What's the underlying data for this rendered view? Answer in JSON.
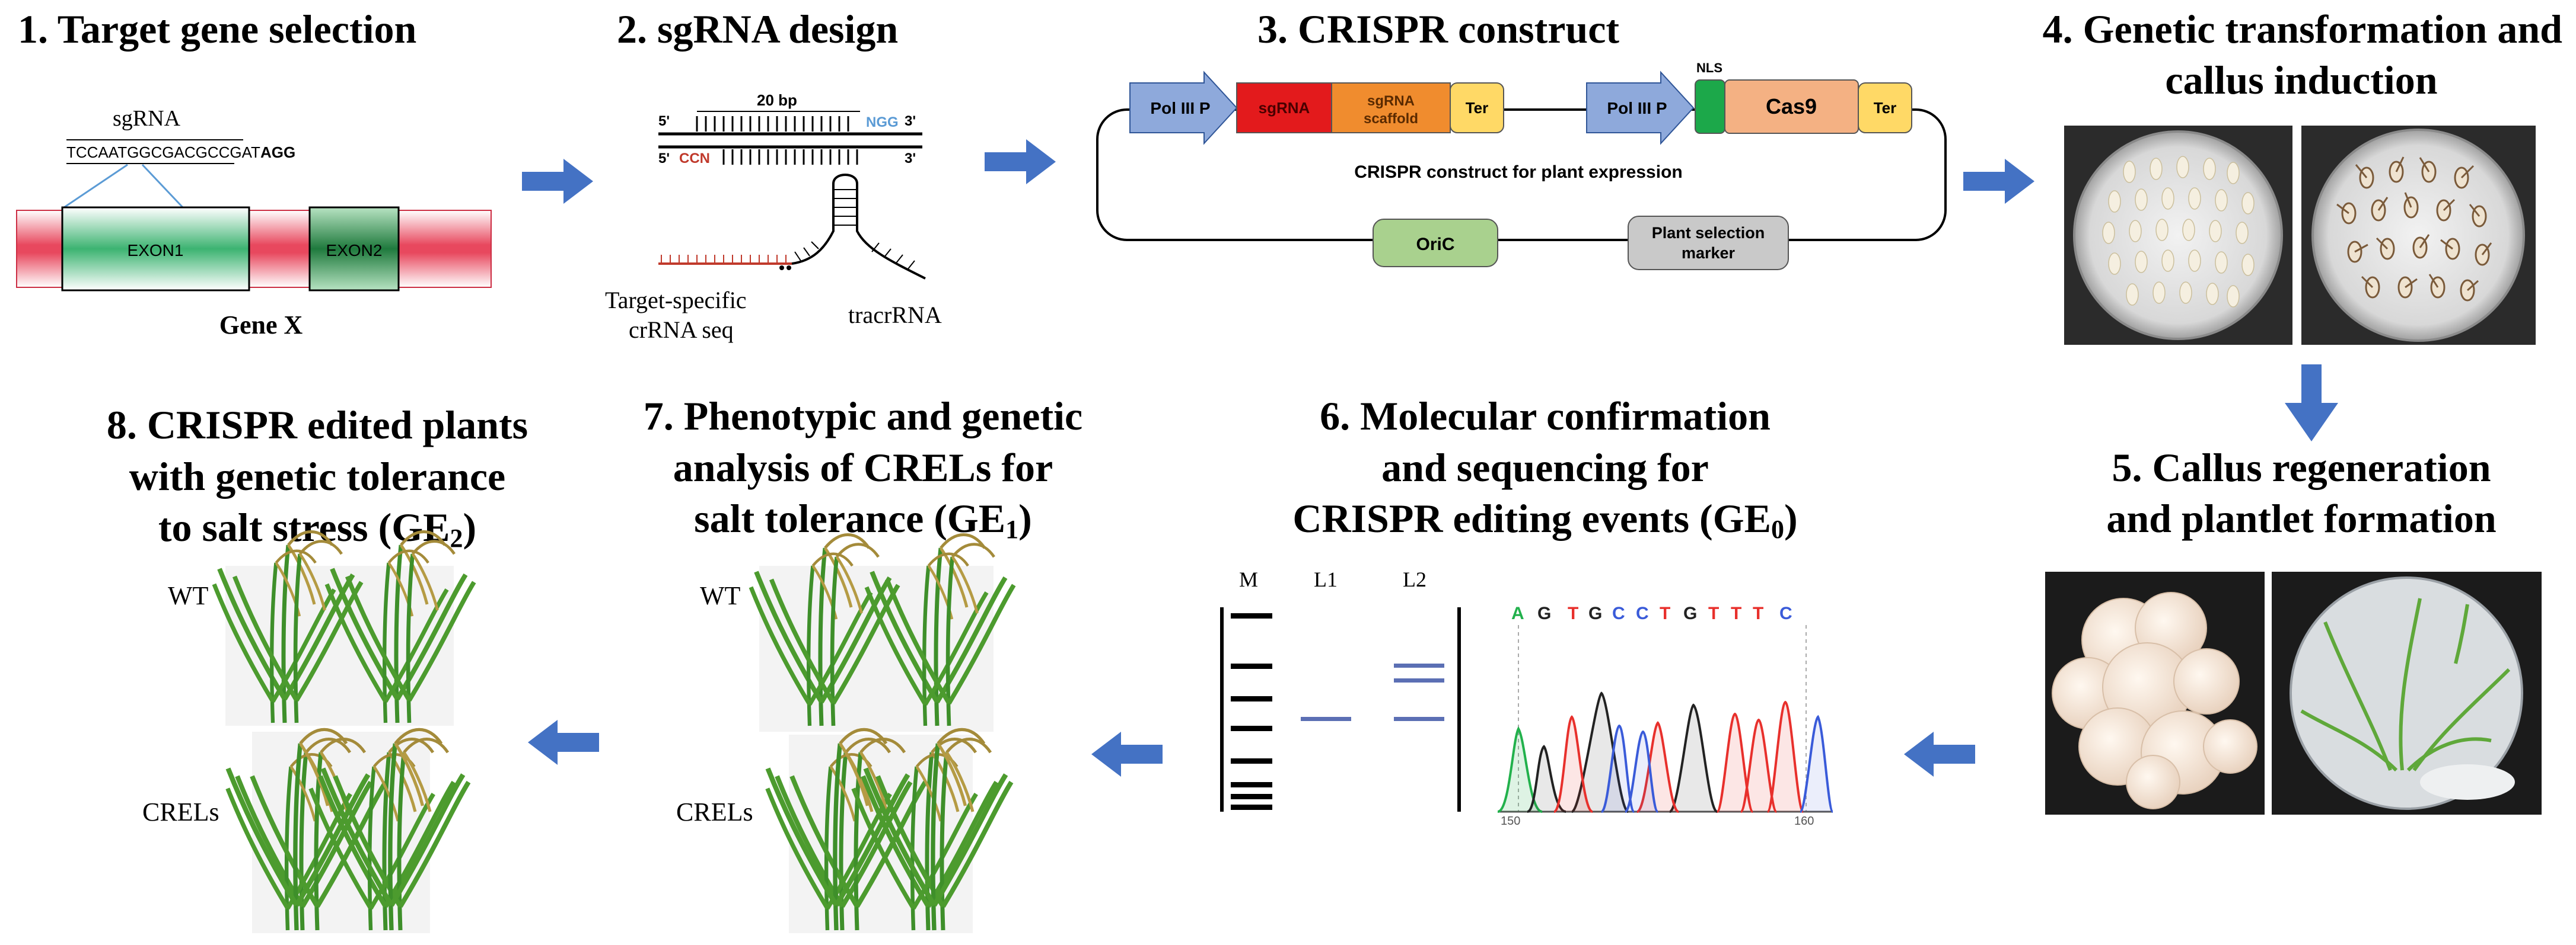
{
  "steps": {
    "s1": {
      "title": "1. Target gene selection",
      "sgrna": "sgRNA",
      "sequence": "TCCAATGGCGACGCCGAT",
      "pam": "AGG",
      "exon1": "EXON1",
      "exon2": "EXON2",
      "gene": "Gene X"
    },
    "s2": {
      "title": "2. sgRNA design",
      "bp": "20 bp",
      "five_prime": "5'",
      "three_prime": "3'",
      "ngg": "NGG",
      "ccn": "CCN",
      "crrna_line1": "Target-specific",
      "crrna_line2": "crRNA seq",
      "tracrrna": "tracrRNA"
    },
    "s3": {
      "title": "3. CRISPR construct",
      "pol_iii_1": "Pol III P",
      "sgrna_box": "sgRNA",
      "scaffold_line1": "sgRNA",
      "scaffold_line2": "scaffold",
      "ter1": "Ter",
      "pol_iii_2": "Pol III P",
      "nls": "NLS",
      "cas9": "Cas9",
      "ter2": "Ter",
      "caption": "CRISPR construct for plant expression",
      "oric": "OriC",
      "marker_line1": "Plant selection",
      "marker_line2": "marker"
    },
    "s4": {
      "title_line1": "4. Genetic transformation and",
      "title_line2": "callus induction"
    },
    "s5": {
      "title_line1": "5. Callus regeneration",
      "title_line2": "and plantlet formation"
    },
    "s6": {
      "title_line1": "6. Molecular confirmation",
      "title_line2": "and sequencing for",
      "title_line3": "CRISPR editing events (GE",
      "title_sub": "0",
      "title_close": ")",
      "lane_m": "M",
      "lane_l1": "L1",
      "lane_l2": "L2",
      "bases": [
        "A",
        "G",
        "T",
        "G",
        "C",
        "C",
        "T",
        "G",
        "T",
        "T",
        "T",
        "C"
      ],
      "tick_left": "150",
      "tick_right": "160"
    },
    "s7": {
      "title_line1": "7. Phenotypic and genetic",
      "title_line2": "analysis of CRELs for",
      "title_line3": "salt tolerance (GE",
      "title_sub": "1",
      "title_close": ")",
      "wt": "WT",
      "crels": "CRELs"
    },
    "s8": {
      "title_line1": "8. CRISPR edited plants",
      "title_line2": "with genetic tolerance",
      "title_line3": "to salt stress (GE",
      "title_sub": "2",
      "title_close": ")",
      "wt": "WT",
      "crels": "CRELs"
    }
  },
  "colors": {
    "arrow": "#4472C4",
    "exon": "#3CB371",
    "exon_dark": "#2E8B57",
    "gene_body": "#E8485E",
    "sgrna_red": "#E31A1C",
    "scaffold_orange": "#F08C2E",
    "ter_yellow": "#FFD966",
    "nls_green": "#1CA84A",
    "cas9_peach": "#F4B183",
    "pol_blue": "#8EA9DB",
    "oric_green": "#A9D18E",
    "marker_grey": "#C9C9C9",
    "gel_band": "#5B6FB4",
    "trace_green": "#22B14C",
    "trace_black": "#222222",
    "trace_red": "#E8302C",
    "trace_blue": "#3A5BD9"
  },
  "icons": {
    "flow_arrow": "block-arrow-icon",
    "dish": "petri-dish-icon",
    "plant": "rice-plant-icon"
  }
}
